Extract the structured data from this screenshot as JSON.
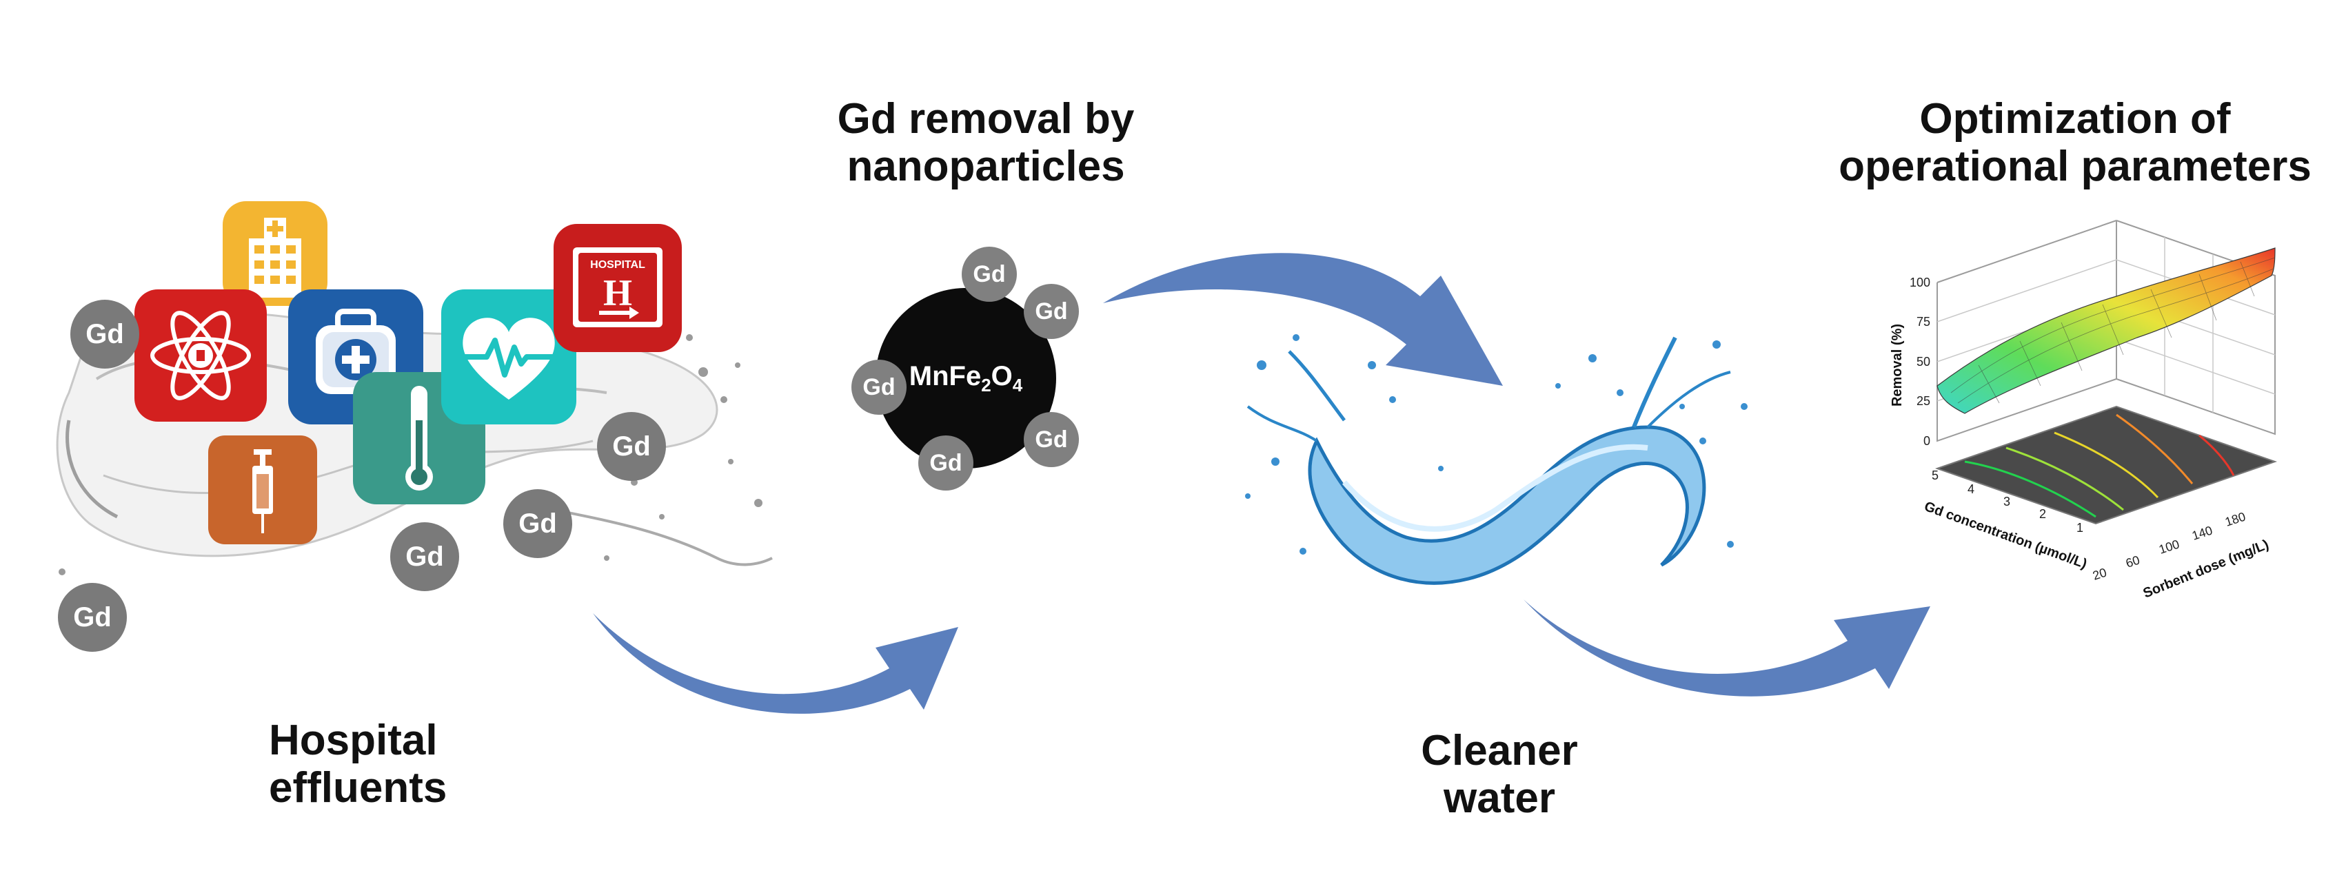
{
  "labels": {
    "hospital_line1": "Hospital",
    "hospital_line2": "effluents",
    "removal_line1": "Gd removal by",
    "removal_line2": "nanoparticles",
    "cleaner_line1": "Cleaner",
    "cleaner_line2": "water",
    "optim_line1": "Optimization of",
    "optim_line2": "operational parameters"
  },
  "gd_badge": "Gd",
  "nanoparticle": {
    "base": "MnFe",
    "sub1": "2",
    "mid": "O",
    "sub2": "4"
  },
  "hospital_sign": {
    "text": "HOSPITAL",
    "letter": "H"
  },
  "plot": {
    "z_label": "Removal (%)",
    "z_ticks": [
      "0",
      "25",
      "50",
      "75",
      "100"
    ],
    "x_label": "Gd concentration (µmol/L)",
    "x_ticks": [
      "5",
      "4",
      "3",
      "2",
      "1"
    ],
    "y_label": "Sorbent dose (mg/L)",
    "y_ticks": [
      "20",
      "60",
      "100",
      "140",
      "180"
    ]
  },
  "colors": {
    "arrow": "#5b7fbd",
    "gd_badge": "#7a7a7a",
    "nanoparticle": "#0c0c0c",
    "water": "#3a8fd0"
  }
}
